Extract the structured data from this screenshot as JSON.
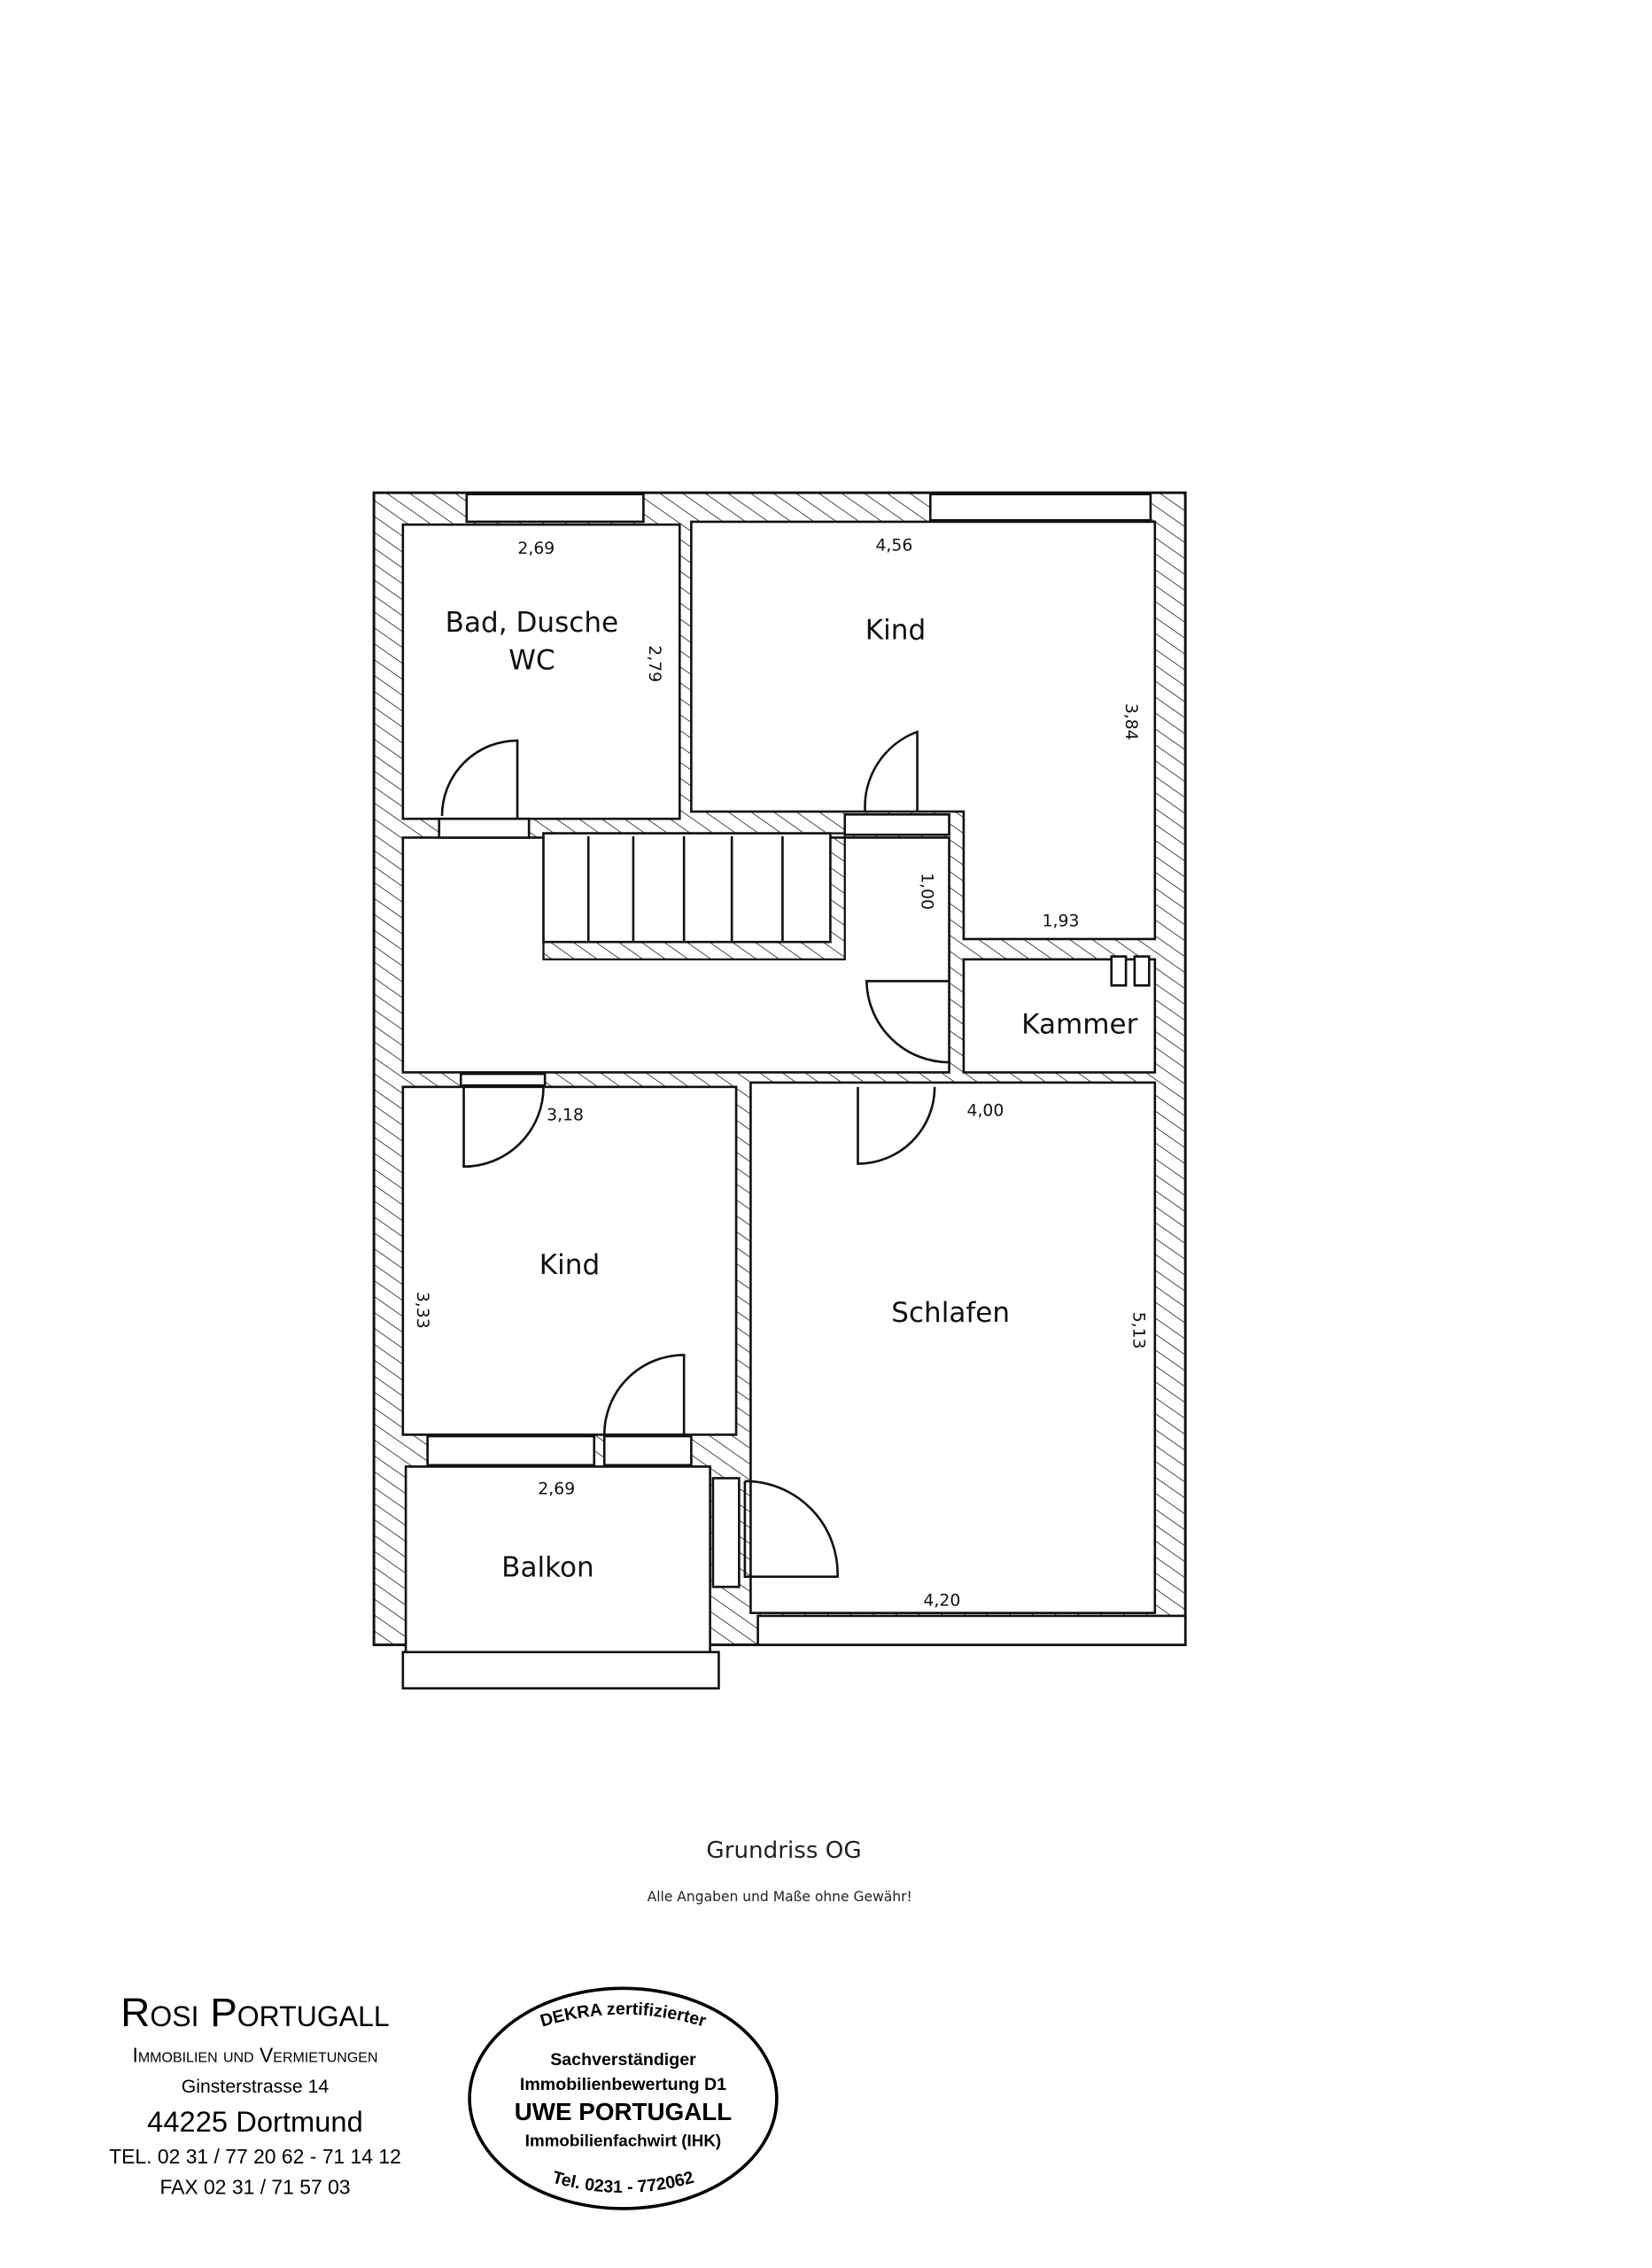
{
  "plan": {
    "title": "Grundriss OG",
    "disclaimer": "Alle Angaben und Maße ohne Gewähr!",
    "rooms": {
      "bad_line1": "Bad, Dusche",
      "bad_line2": "WC",
      "kind_top": "Kind",
      "kammer": "Kammer",
      "kind_bottom": "Kind",
      "schlafen": "Schlafen",
      "balkon": "Balkon"
    },
    "dimensions": {
      "bad_width": "2,69",
      "bad_depth": "2,79",
      "kind_top_width": "4,56",
      "kind_top_depth": "3,84",
      "kind_top_notch": "1,93",
      "hall_door": "1,00",
      "kind_bottom_width": "3,18",
      "kind_bottom_depth": "3,33",
      "schlafen_width_top": "4,00",
      "schlafen_depth": "5,13",
      "schlafen_width_bottom": "4,20",
      "balkon_width": "2,69"
    }
  },
  "agency_stamp": {
    "name": "Rosi Portugall",
    "line1": "Immobilien und Vermietungen",
    "street": "Ginsterstrasse 14",
    "city": "44225 Dortmund",
    "tel": "TEL. 02 31 / 77 20 62 - 71 14 12",
    "fax": "FAX 02 31 / 71 57 03"
  },
  "expert_stamp": {
    "arc_top": "DEKRA zertifizierter",
    "line1": "Sachverständiger",
    "line2": "Immobilienbewertung D1",
    "name": "UWE PORTUGALL",
    "line3": "Immobilienfachwirt (IHK)",
    "arc_bottom": "Tel. 0231 - 772062"
  }
}
